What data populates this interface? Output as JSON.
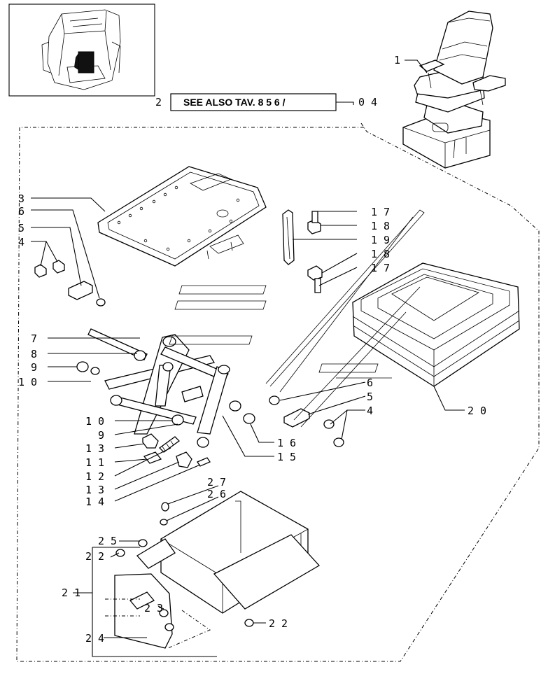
{
  "reference": {
    "left_number": "2",
    "text": "SEE ALSO TAV. 8 5 6 /",
    "right_number": "0 4"
  },
  "callouts": [
    {
      "id": "c1",
      "label": "1"
    },
    {
      "id": "c3",
      "label": "3"
    },
    {
      "id": "c6a",
      "label": "6"
    },
    {
      "id": "c5a",
      "label": "5"
    },
    {
      "id": "c4a",
      "label": "4"
    },
    {
      "id": "c7",
      "label": "7"
    },
    {
      "id": "c8",
      "label": "8"
    },
    {
      "id": "c9a",
      "label": "9"
    },
    {
      "id": "c10a",
      "label": "1 0"
    },
    {
      "id": "c17a",
      "label": "1 7"
    },
    {
      "id": "c18a",
      "label": "1 8"
    },
    {
      "id": "c19",
      "label": "1 9"
    },
    {
      "id": "c18b",
      "label": "1 8"
    },
    {
      "id": "c17b",
      "label": "1 7"
    },
    {
      "id": "c6b",
      "label": "6"
    },
    {
      "id": "c5b",
      "label": "5"
    },
    {
      "id": "c4b",
      "label": "4"
    },
    {
      "id": "c20",
      "label": "2 0"
    },
    {
      "id": "c10b",
      "label": "1 0"
    },
    {
      "id": "c9b",
      "label": "9"
    },
    {
      "id": "c13a",
      "label": "1 3"
    },
    {
      "id": "c11",
      "label": "1 1"
    },
    {
      "id": "c12",
      "label": "1 2"
    },
    {
      "id": "c13b",
      "label": "1 3"
    },
    {
      "id": "c14",
      "label": "1 4"
    },
    {
      "id": "c16",
      "label": "1 6"
    },
    {
      "id": "c15",
      "label": "1 5"
    },
    {
      "id": "c27",
      "label": "2 7"
    },
    {
      "id": "c26",
      "label": "2 6"
    },
    {
      "id": "c25",
      "label": "2 5"
    },
    {
      "id": "c22a",
      "label": "2 2"
    },
    {
      "id": "c21",
      "label": "2 1"
    },
    {
      "id": "c23",
      "label": "2 3"
    },
    {
      "id": "c24",
      "label": "2 4"
    },
    {
      "id": "c22b",
      "label": "2 2"
    }
  ]
}
